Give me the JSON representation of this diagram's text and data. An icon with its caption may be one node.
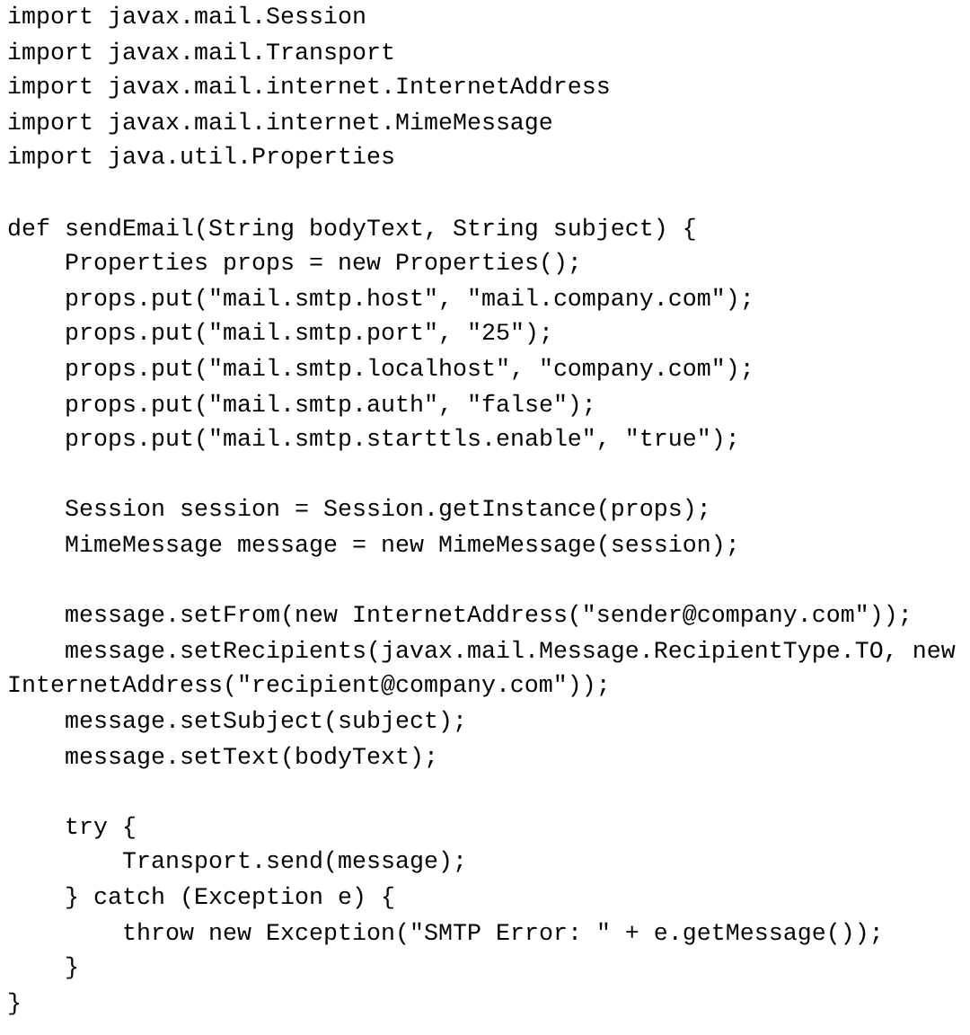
{
  "diagram": {
    "labels": [
      "import javax.mail.Session",
      "import javax.mail.Transport",
      "import javax.mail.internet.InternetAddress",
      "import javax.mail.internet.MimeMessage",
      "import java.util.Properties",
      "def sendEmail(String bodyText, String subject) {",
      "Properties props = new Properties();",
      "props.put(\"mail.smtp.host\", \"mail.company.com\");",
      "props.put(\"mail.smtp.port\", \"25\");",
      "props.put(\"mail.smtp.localhost\", \"company.com\");",
      "props.put(\"mail.smtp.auth\", \"false\");",
      "props.put(\"mail.smtp.starttls.enable\", \"true\");",
      "Session session = Session.getInstance(props);",
      "MimeMessage message = new MimeMessage(session);",
      "message.setFrom(new InternetAddress(\"sender@company.com\"));",
      "message.setRecipients(javax.mail.Message.RecipientType.TO, new InternetAddress(\"recipient@company.com\"));",
      "message.setSubject(subject);",
      "message.setText(bodyText);",
      "try {",
      "Transport.send(message);",
      "} catch (Exception e) {",
      "throw new Exception(\"SMTP Error: \" + e.getMessage());",
      "}",
      "}"
    ]
  }
}
